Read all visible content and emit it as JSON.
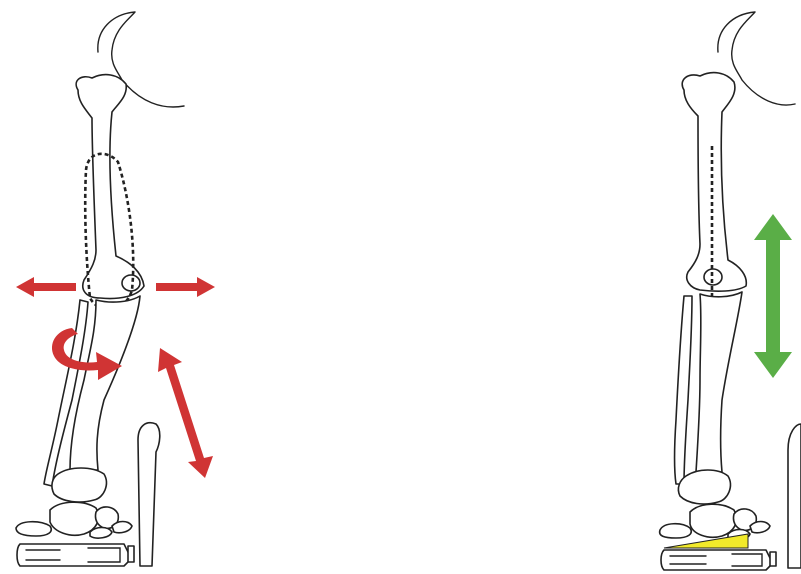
{
  "figure": {
    "panels": [
      {
        "id": "left",
        "description_hidden": true
      },
      {
        "id": "right",
        "description_hidden": true
      }
    ],
    "colors": {
      "outline": "#222222",
      "red_arrow": "#d03434",
      "green_arrow": "#5aae47",
      "yellow_wedge": "#f2ea2a"
    },
    "icons": {
      "left_lateral_arrow": "double-arrow-horizontal",
      "left_rotation_arrow": "curved-rotation-arrow",
      "left_diagonal_arrow": "double-arrow-diagonal",
      "right_vertical_arrow": "double-arrow-vertical",
      "right_wedge": "heel-wedge"
    }
  }
}
